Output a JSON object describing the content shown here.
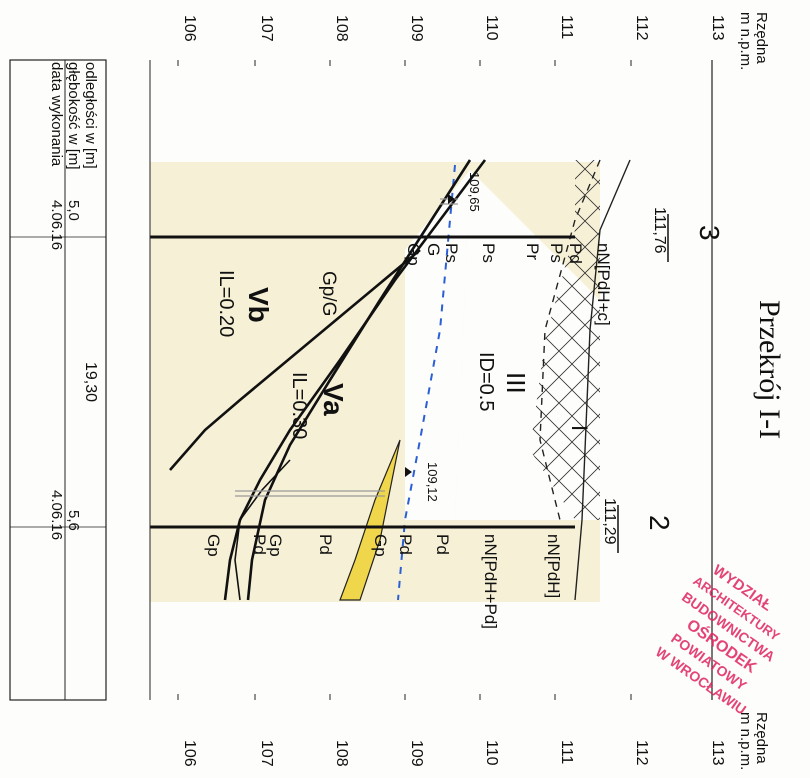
{
  "title": "Przekrój I-I",
  "axis": {
    "label_line1": "Rzędna",
    "label_line2": "m n.p.m.",
    "ticks": [
      "113",
      "112",
      "111",
      "110",
      "109",
      "108",
      "107",
      "106"
    ]
  },
  "boreholes": {
    "b3": {
      "number": "3",
      "elevation": "111,76",
      "water_level": "109,65",
      "soil_labels": [
        "nN[PdH+c]",
        "Pd",
        "Ps",
        "Pr",
        "Ps",
        "Ps",
        "G",
        "Gp"
      ]
    },
    "b2": {
      "number": "2",
      "elevation": "111,29",
      "water_level": "109,12",
      "soil_labels": [
        "nN[PdH]",
        "nN[PdH+Pd]",
        "Pd",
        "Pd",
        "Gp",
        "Pd",
        "Gp",
        "Pd",
        "Gp"
      ]
    }
  },
  "layers": {
    "I": "I",
    "III": "III",
    "III_id": "ID=0.5",
    "Va": "Va",
    "Va_il": "IL=0.30",
    "Vb": "Vb",
    "Vb_il": "IL=0.20",
    "GpG": "Gp/G"
  },
  "table": {
    "row_distance_label": "odległości w [m]",
    "row_depth_label": "głębokość w [m]",
    "row_date_label": "data wykonania",
    "distance": "19,30",
    "depth_b3": "5,0",
    "depth_b2": "5,6",
    "date_b3": "4.06.16",
    "date_b2": "4.06.16"
  },
  "stamp": {
    "line1": "WYDZIAŁ",
    "line2": "ARCHITEKTURY",
    "line3": "BUDOWNICTWA",
    "line4": "OŚRODEK",
    "line5": "POWIATOWY",
    "line6": "W WROCŁAWIU"
  },
  "colors": {
    "sand_fill": "#f6f1d6",
    "gravel_fill": "#f0d64a",
    "water_line": "#2a5fd6",
    "stamp": "#e0245e"
  }
}
